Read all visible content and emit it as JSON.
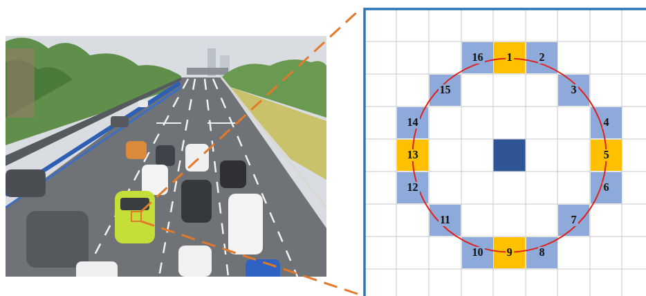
{
  "diagram": {
    "nodes": [
      {
        "text": [
          "16"
        ]
      },
      {
        "text": [
          "1"
        ]
      },
      {
        "text": [
          "2"
        ]
      },
      {
        "text": [
          "15"
        ]
      },
      {
        "text": [
          "3"
        ]
      },
      {
        "text": [
          "14"
        ]
      },
      {
        "text": [
          "4"
        ]
      },
      {
        "text": [
          "13"
        ]
      },
      {
        "text": [
          "5"
        ]
      },
      {
        "text": [
          "12"
        ]
      },
      {
        "text": [
          "6"
        ]
      },
      {
        "text": [
          "11"
        ]
      },
      {
        "text": [
          "7"
        ]
      },
      {
        "text": [
          "10"
        ]
      },
      {
        "text": [
          "9"
        ]
      },
      {
        "text": [
          "8"
        ]
      }
    ]
  }
}
